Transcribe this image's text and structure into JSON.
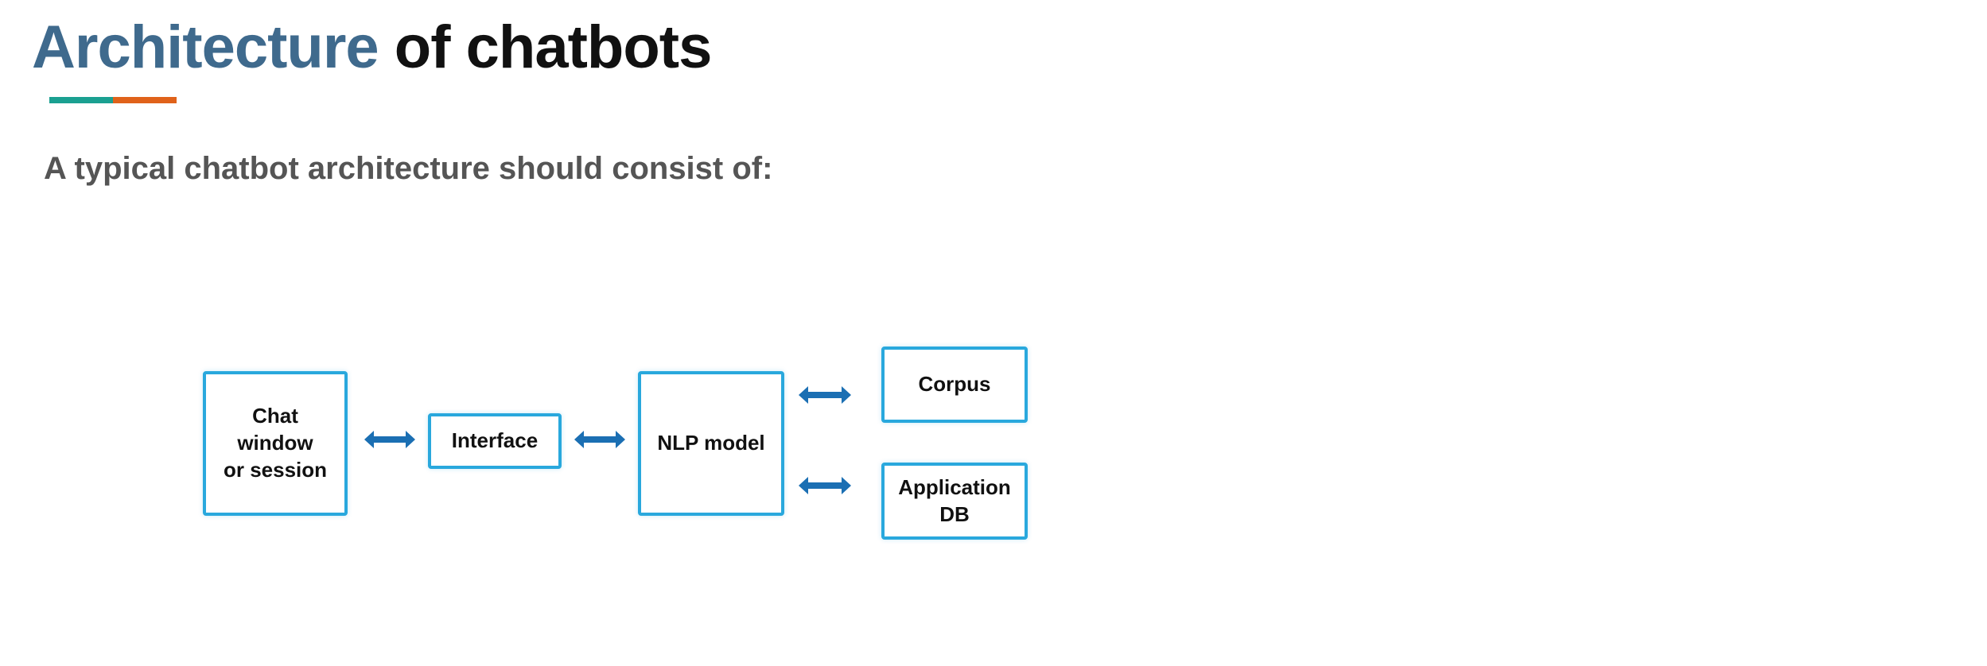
{
  "slide": {
    "title_accent": "Architecture",
    "title_rest": " of chatbots",
    "subtitle": "A typical chatbot architecture should consist of:"
  },
  "diagram": {
    "nodes": {
      "chat": "Chat\nwindow\nor session",
      "interface": "Interface",
      "nlp": "NLP model",
      "corpus": "Corpus",
      "appdb": "Application\nDB"
    },
    "edges": [
      [
        "chat",
        "interface"
      ],
      [
        "interface",
        "nlp"
      ],
      [
        "nlp",
        "corpus"
      ],
      [
        "nlp",
        "appdb"
      ]
    ]
  },
  "colors": {
    "title_accent": "#3f6a8d",
    "box_border": "#29a8dd",
    "arrow": "#1b6fb3",
    "underline_teal": "#1aa091",
    "underline_orange": "#e0621a"
  }
}
